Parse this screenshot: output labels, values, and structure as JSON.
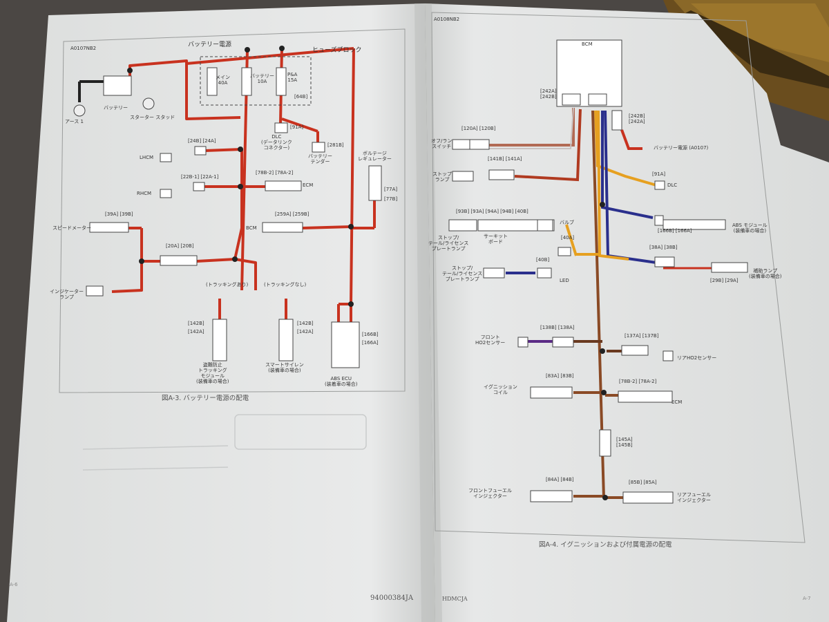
{
  "left_page": {
    "header_code": "A0107NB2",
    "battery_power": "バッテリー電源",
    "fuse_block": "ヒューズブロック",
    "fuse_main": "メイン\n40A",
    "fuse_battery": "バッテリー\n10A",
    "fuse_pa": "P&A\n15A",
    "fuse_conn": "[64B]",
    "ground": "アース 1",
    "battery": "バッテリー",
    "starter_stud": "スターター スタッド",
    "dlc_conn": "[91A]",
    "dlc": "DLC\n(データリンク\nコネクター)",
    "tender_conn": "[281B]",
    "battery_tender": "バッテリー\nテンダー",
    "voltage_regulator": "ボルテージ\nレギュレーター",
    "vr_conn_a": "[77A]",
    "vr_conn_b": "[77B]",
    "lhcm": "LHCM",
    "lhcm_conn": "[24B] [24A]",
    "rhcm": "RHCM",
    "rhcm_conn": "[22B-1] [22A-1]",
    "ecm": "ECM",
    "ecm_conn": "[78B-2] [78A-2]",
    "bcm": "BCM",
    "bcm_conn": "[259A] [259B]",
    "speedometer": "スピードメーター",
    "speedo_conn": "[39A] [39B]",
    "indicator_conn": "[20A] [20B]",
    "indicator_lamp": "インジケーター\nランプ",
    "tracking_yes": "(トラッキングあり)",
    "tracking_no": "(トラッキングなし)",
    "tsm_conn_a": "[142B]",
    "tsm_conn_b": "[142A]",
    "tracking_module": "盗難防止\nトラッキング\nモジュール\n(装備車の場合)",
    "siren_conn_a": "[142B]",
    "siren_conn_b": "[142A]",
    "smart_siren": "スマートサイレン\n(装備車の場合)",
    "abs_conn_a": "[166B]",
    "abs_conn_b": "[166A]",
    "abs_ecu": "ABS ECU\n(装着車の場合)",
    "caption": "図A-3. バッテリー電源の配電",
    "page_no": "A-6",
    "doc_no": "94000384JA"
  },
  "right_page": {
    "header_code": "A0108NB2",
    "bcm": "BCM",
    "bcm_conn": "[242A]\n[242B]",
    "bcm_conn2": "[242B]\n[242A]",
    "battery_power": "バッテリー電源 (A0107)",
    "run_switch_conn": "[120A] [120B]",
    "run_switch": "オフ/ラン\nスイッチ",
    "stop_lamp_conn": "[141B] [141A]",
    "stop_lamp": "ストップ\nランプ",
    "dlc_conn": "[91A]",
    "dlc": "DLC",
    "abs_conn": "[166B] [166A]",
    "abs_label": "ABS モジュール\n(装備車の場合)",
    "aux_conn": "[38A] [38B]",
    "aux_lamps": "補助ランプ\n(装備車の場合)",
    "aux_conn2": "[29B] [29A]",
    "circuit_conn": "[93B] [93A] [94A] [94B] [40B]",
    "circuit_board": "サーキット\nボード",
    "stl_lamp": "ストップ/\nテール/ライセンス\nプレートランプ",
    "bulb": "バルブ",
    "conn_40a": "[40A]",
    "conn_40b": "[40B]",
    "stl_lamp2": "ストップ/\nテール/ライセンス\nプレートランプ",
    "led": "LED",
    "front_o2_conn": "[138B] [138A]",
    "front_o2": "フロント\nHO2センサー",
    "rear_o2_conn": "[137A] [137B]",
    "rear_o2": "リアHO2センサー",
    "coil_conn": "[83A] [83B]",
    "ignition_coil": "イグニッション\nコイル",
    "ecm_conn": "[78B-2] [78A-2]",
    "ecm": "ECM",
    "conn_145": "[145A]\n[145B]",
    "front_inj_conn": "[84A] [84B]",
    "front_injector": "フロントフューエル\nインジェクター",
    "rear_inj_conn": "[85B] [85A]",
    "rear_injector": "リアフューエル\nインジェクター",
    "caption": "図A-4. イグニッションおよび付属電源の配電",
    "page_no": "A-7",
    "footer_code": "HDMCJA"
  }
}
